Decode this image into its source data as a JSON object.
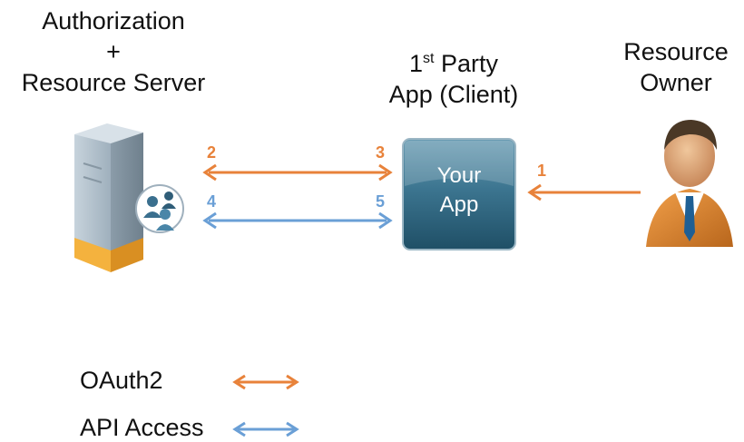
{
  "server": {
    "line1": "Authorization",
    "line2": "+",
    "line3": "Resource Server"
  },
  "client": {
    "line1_prefix": "1",
    "line1_sup": "st",
    "line1_suffix": " Party",
    "line2": "App (Client)",
    "box_line1": "Your",
    "box_line2": "App"
  },
  "owner": {
    "line1": "Resource",
    "line2": "Owner"
  },
  "steps": {
    "s1": "1",
    "s2": "2",
    "s3": "3",
    "s4": "4",
    "s5": "5"
  },
  "legend": {
    "oauth": "OAuth2",
    "api": "API Access"
  },
  "colors": {
    "oauth": "#e8823a",
    "api": "#6a9fd6",
    "app_box": "#2f6b86"
  },
  "icons": {
    "server": "server-icon",
    "users": "users-badge-icon",
    "owner": "person-icon"
  }
}
